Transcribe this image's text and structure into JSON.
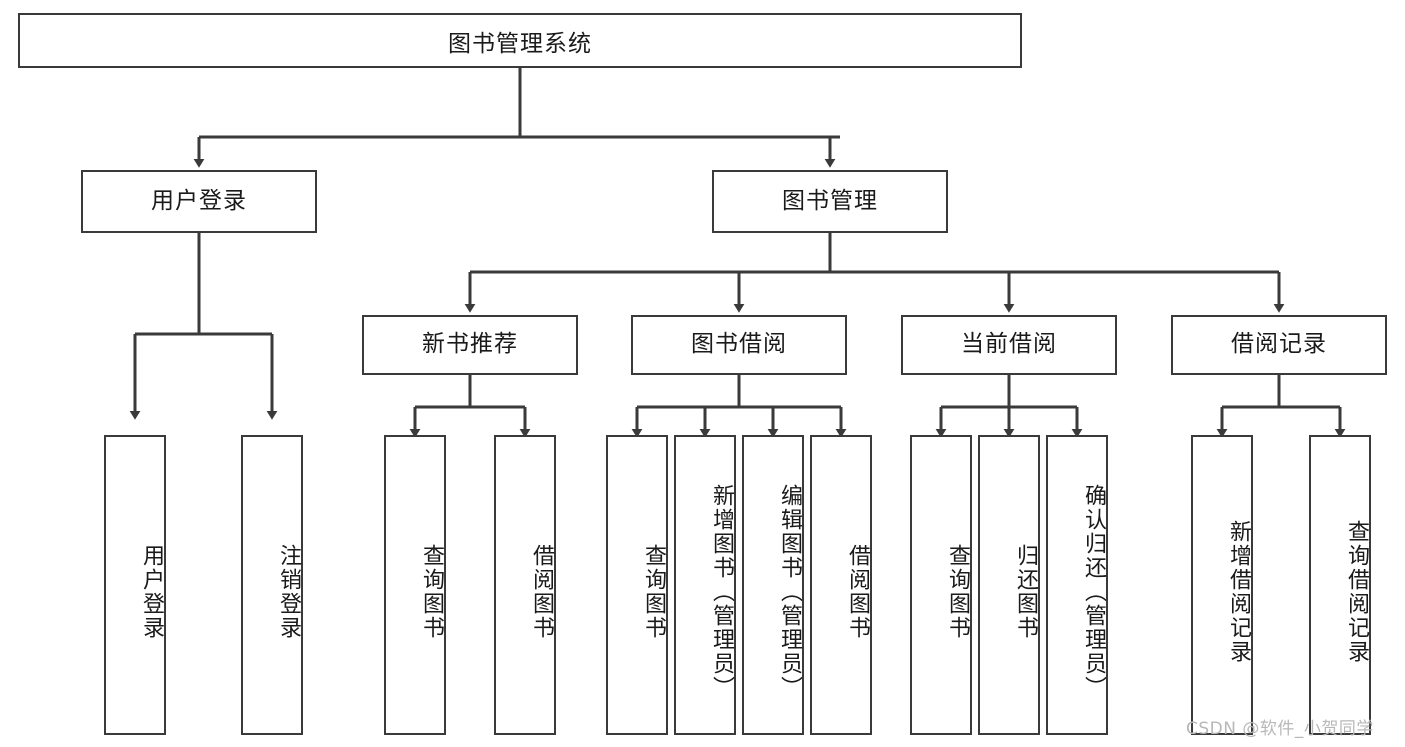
{
  "diagram": {
    "title": "图书管理系统",
    "type": "hierarchy-tree",
    "root": {
      "id": "root",
      "label": "图书管理系统",
      "orientation": "horizontal"
    },
    "level2": [
      {
        "id": "user-login",
        "label": "用户登录",
        "orientation": "horizontal"
      },
      {
        "id": "book-management",
        "label": "图书管理",
        "orientation": "horizontal"
      }
    ],
    "level3": [
      {
        "id": "new-book-recommend",
        "label": "新书推荐",
        "orientation": "horizontal",
        "parent": "book-management"
      },
      {
        "id": "book-borrow",
        "label": "图书借阅",
        "orientation": "horizontal",
        "parent": "book-management"
      },
      {
        "id": "current-borrow",
        "label": "当前借阅",
        "orientation": "horizontal",
        "parent": "book-management"
      },
      {
        "id": "borrow-record",
        "label": "借阅记录",
        "orientation": "horizontal",
        "parent": "book-management"
      }
    ],
    "leaves": [
      {
        "id": "leaf-user-login",
        "label": "用户登录",
        "parent": "user-login",
        "orientation": "vertical"
      },
      {
        "id": "leaf-user-logout",
        "label": "注销登录",
        "parent": "user-login",
        "orientation": "vertical"
      },
      {
        "id": "leaf-query-book-1",
        "label": "查询图书",
        "parent": "new-book-recommend",
        "orientation": "vertical"
      },
      {
        "id": "leaf-borrow-book-1",
        "label": "借阅图书",
        "parent": "new-book-recommend",
        "orientation": "vertical"
      },
      {
        "id": "leaf-query-book-2",
        "label": "查询图书",
        "parent": "book-borrow",
        "orientation": "vertical"
      },
      {
        "id": "leaf-add-book",
        "label": "新增图书（管理员）",
        "parent": "book-borrow",
        "orientation": "vertical"
      },
      {
        "id": "leaf-edit-book",
        "label": "编辑图书（管理员）",
        "parent": "book-borrow",
        "orientation": "vertical"
      },
      {
        "id": "leaf-borrow-book-2",
        "label": "借阅图书",
        "parent": "book-borrow",
        "orientation": "vertical"
      },
      {
        "id": "leaf-query-book-3",
        "label": "查询图书",
        "parent": "current-borrow",
        "orientation": "vertical"
      },
      {
        "id": "leaf-return-book",
        "label": "归还图书",
        "parent": "current-borrow",
        "orientation": "vertical"
      },
      {
        "id": "leaf-confirm-return",
        "label": "确认归还（管理员）",
        "parent": "current-borrow",
        "orientation": "vertical"
      },
      {
        "id": "leaf-add-record",
        "label": "新增借阅记录",
        "parent": "borrow-record",
        "orientation": "vertical"
      },
      {
        "id": "leaf-query-record",
        "label": "查询借阅记录",
        "parent": "borrow-record",
        "orientation": "vertical"
      }
    ],
    "colors": {
      "stroke": "#3a3a3a",
      "fill": "#ffffff",
      "text": "#1a1a1a",
      "watermark": "#b8b8b8"
    }
  },
  "watermark": {
    "text": "CSDN @软件_小贺同学"
  }
}
